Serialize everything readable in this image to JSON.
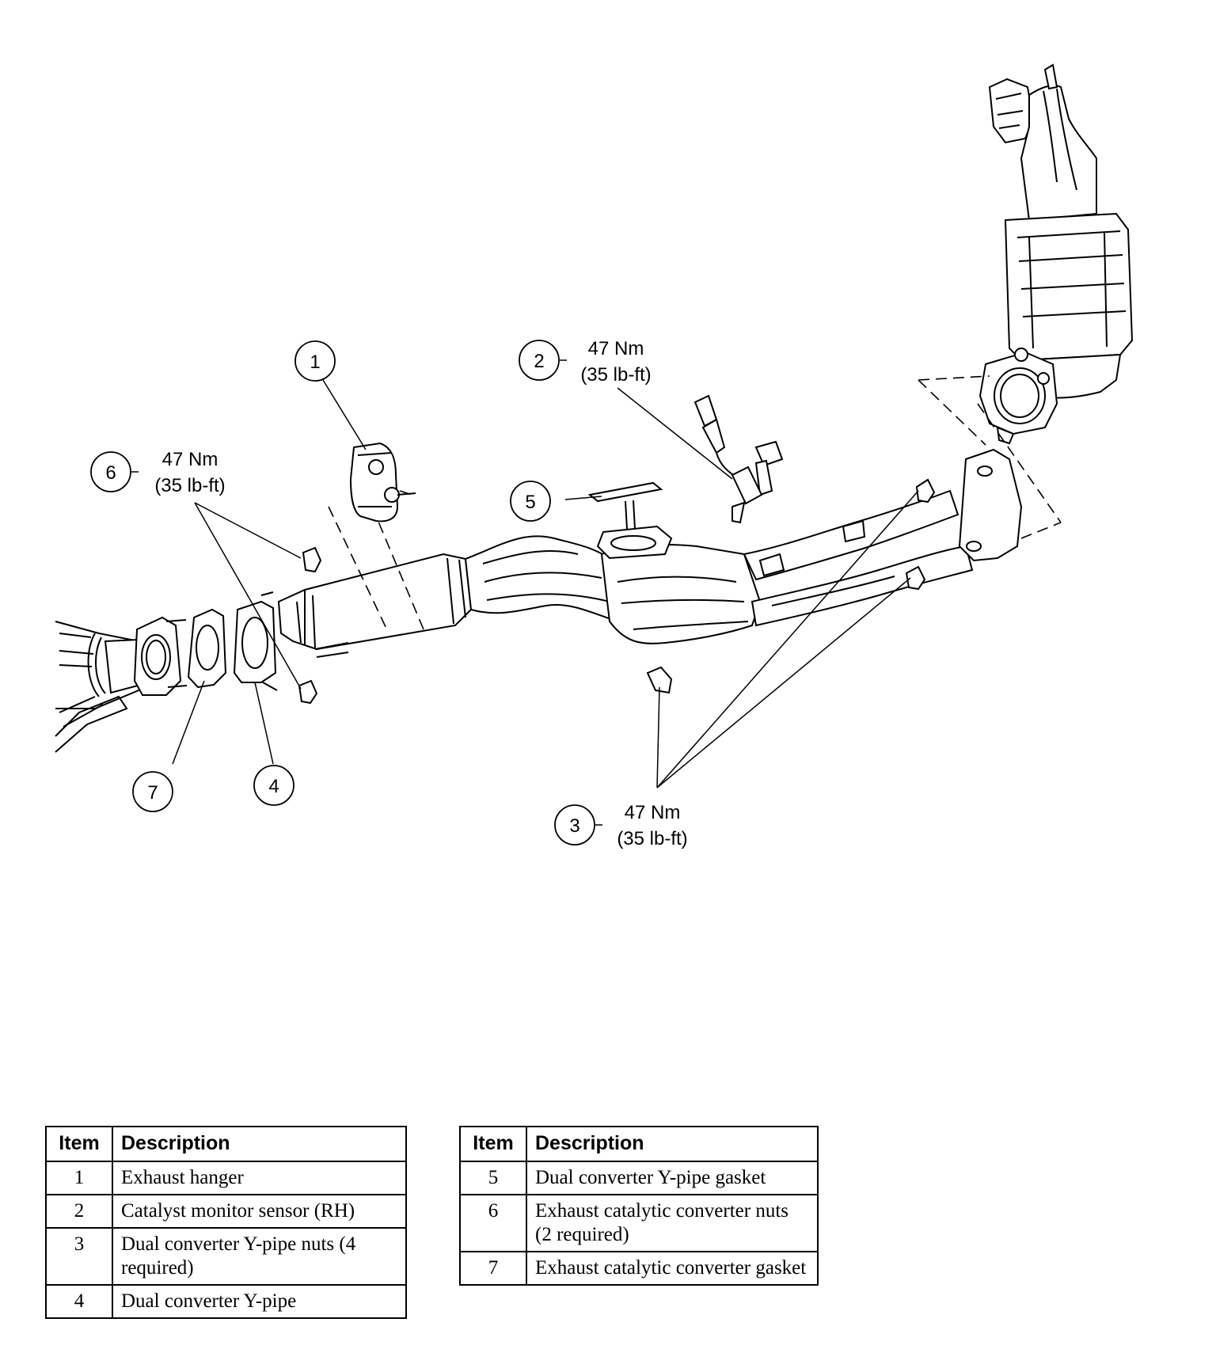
{
  "callouts": [
    {
      "num": "1"
    },
    {
      "num": "2",
      "torque_nm": "47 Nm",
      "torque_lbft": "(35 lb-ft)"
    },
    {
      "num": "3",
      "torque_nm": "47 Nm",
      "torque_lbft": "(35 lb-ft)"
    },
    {
      "num": "4"
    },
    {
      "num": "5"
    },
    {
      "num": "6",
      "torque_nm": "47 Nm",
      "torque_lbft": "(35 lb-ft)"
    },
    {
      "num": "7"
    }
  ],
  "legend": {
    "headers": {
      "item": "Item",
      "description": "Description"
    },
    "left": [
      {
        "item": "1",
        "description": "Exhaust hanger"
      },
      {
        "item": "2",
        "description": "Catalyst monitor sensor (RH)"
      },
      {
        "item": "3",
        "description": "Dual converter Y-pipe nuts (4 required)"
      },
      {
        "item": "4",
        "description": "Dual converter Y-pipe"
      }
    ],
    "right": [
      {
        "item": "5",
        "description": "Dual converter Y-pipe gasket"
      },
      {
        "item": "6",
        "description": "Exhaust catalytic converter nuts (2 required)"
      },
      {
        "item": "7",
        "description": "Exhaust catalytic converter gasket"
      }
    ]
  }
}
